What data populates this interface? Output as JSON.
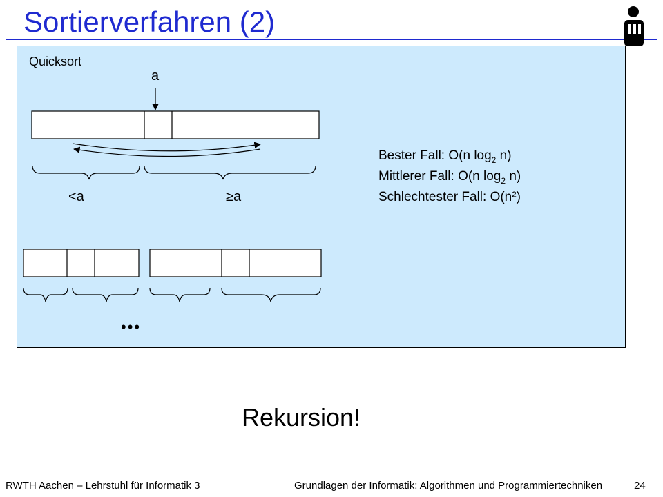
{
  "slide": {
    "title": "Sortierverfahren (2)",
    "footer_left": "RWTH Aachen – Lehrstuhl für Informatik 3",
    "footer_center": "Grundlagen der Informatik: Algorithmen und Programmiertechniken",
    "page_number": "24",
    "accent_color": "#1f2ad0",
    "panel_color": "#cdeafd"
  },
  "diagram": {
    "heading": "Quicksort",
    "pivot_label": "a",
    "left_partition_label": "<a",
    "right_partition_label": "≥a",
    "ellipsis": "•••"
  },
  "complexity": {
    "best_prefix": "Bester Fall: O(n log",
    "best_sub": "2",
    "best_suffix": " n)",
    "average_prefix": "Mittlerer Fall: O(n log",
    "average_sub": "2",
    "average_suffix": " n)",
    "worst": "Schlechtester Fall: O(n²)"
  },
  "conclusion": "Rekursion!"
}
